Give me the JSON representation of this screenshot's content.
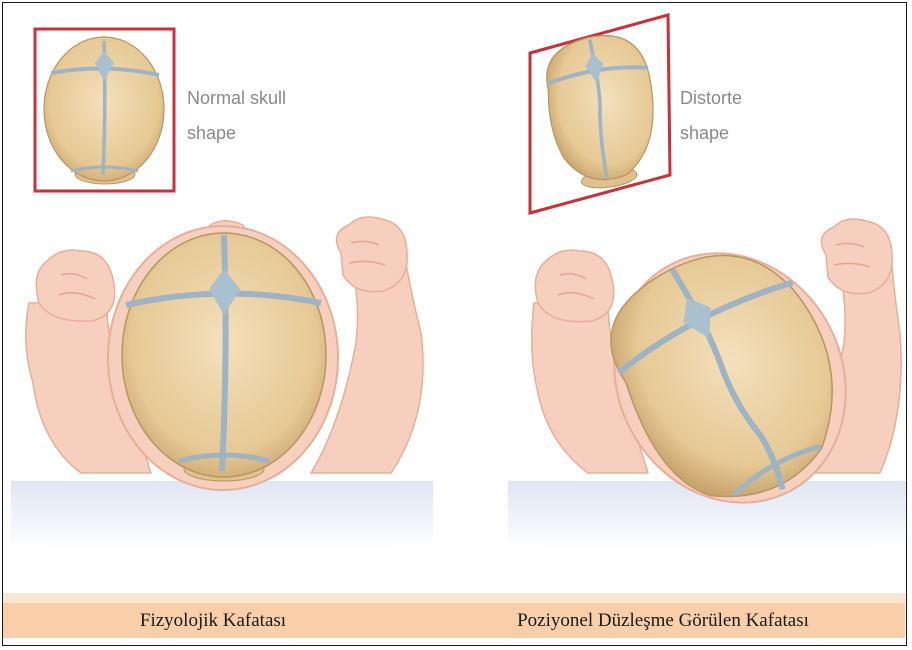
{
  "figure": {
    "left_panel": {
      "inset_label_line1": "Normal skull",
      "inset_label_line2": "shape"
    },
    "right_panel": {
      "inset_label_line1": "Distorte",
      "inset_label_line2": "shape"
    },
    "colors": {
      "skin": "#f6cfbe",
      "skin_shadow": "#eab3a0",
      "bone": "#ecd3a6",
      "suture": "#9eb3c3",
      "inset_frame": "#c8303a",
      "floor": "#dbe3f1",
      "caption_bar": "#f9cfaa"
    }
  },
  "captions": {
    "left": "Fizyolojik Kafatası",
    "right": "Poziyonel Düzleşme Görülen Kafatası"
  }
}
